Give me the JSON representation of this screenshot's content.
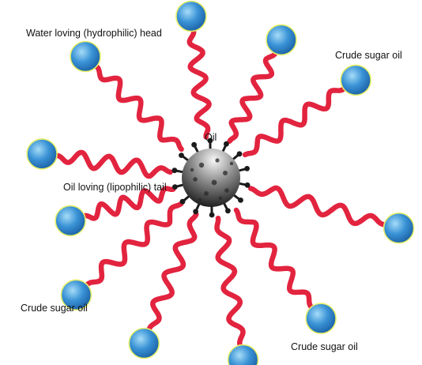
{
  "labels": {
    "head": "Water loving (hydrophilic) head",
    "oil": "Oil",
    "tail": "Oil loving (lipophilic) tail",
    "crude_1": "Crude sugar oil",
    "crude_2": "Crude sugar oil",
    "crude_3": "Crude sugar oil"
  },
  "colors": {
    "tail": "#e2243f",
    "head_light": "#8fd0f5",
    "head_mid": "#3a93d6",
    "head_dark": "#1a5fa3",
    "head_ring": "#e9f06a",
    "oil_light": "#f4f4f4",
    "oil_dark": "#1b1b1b"
  }
}
